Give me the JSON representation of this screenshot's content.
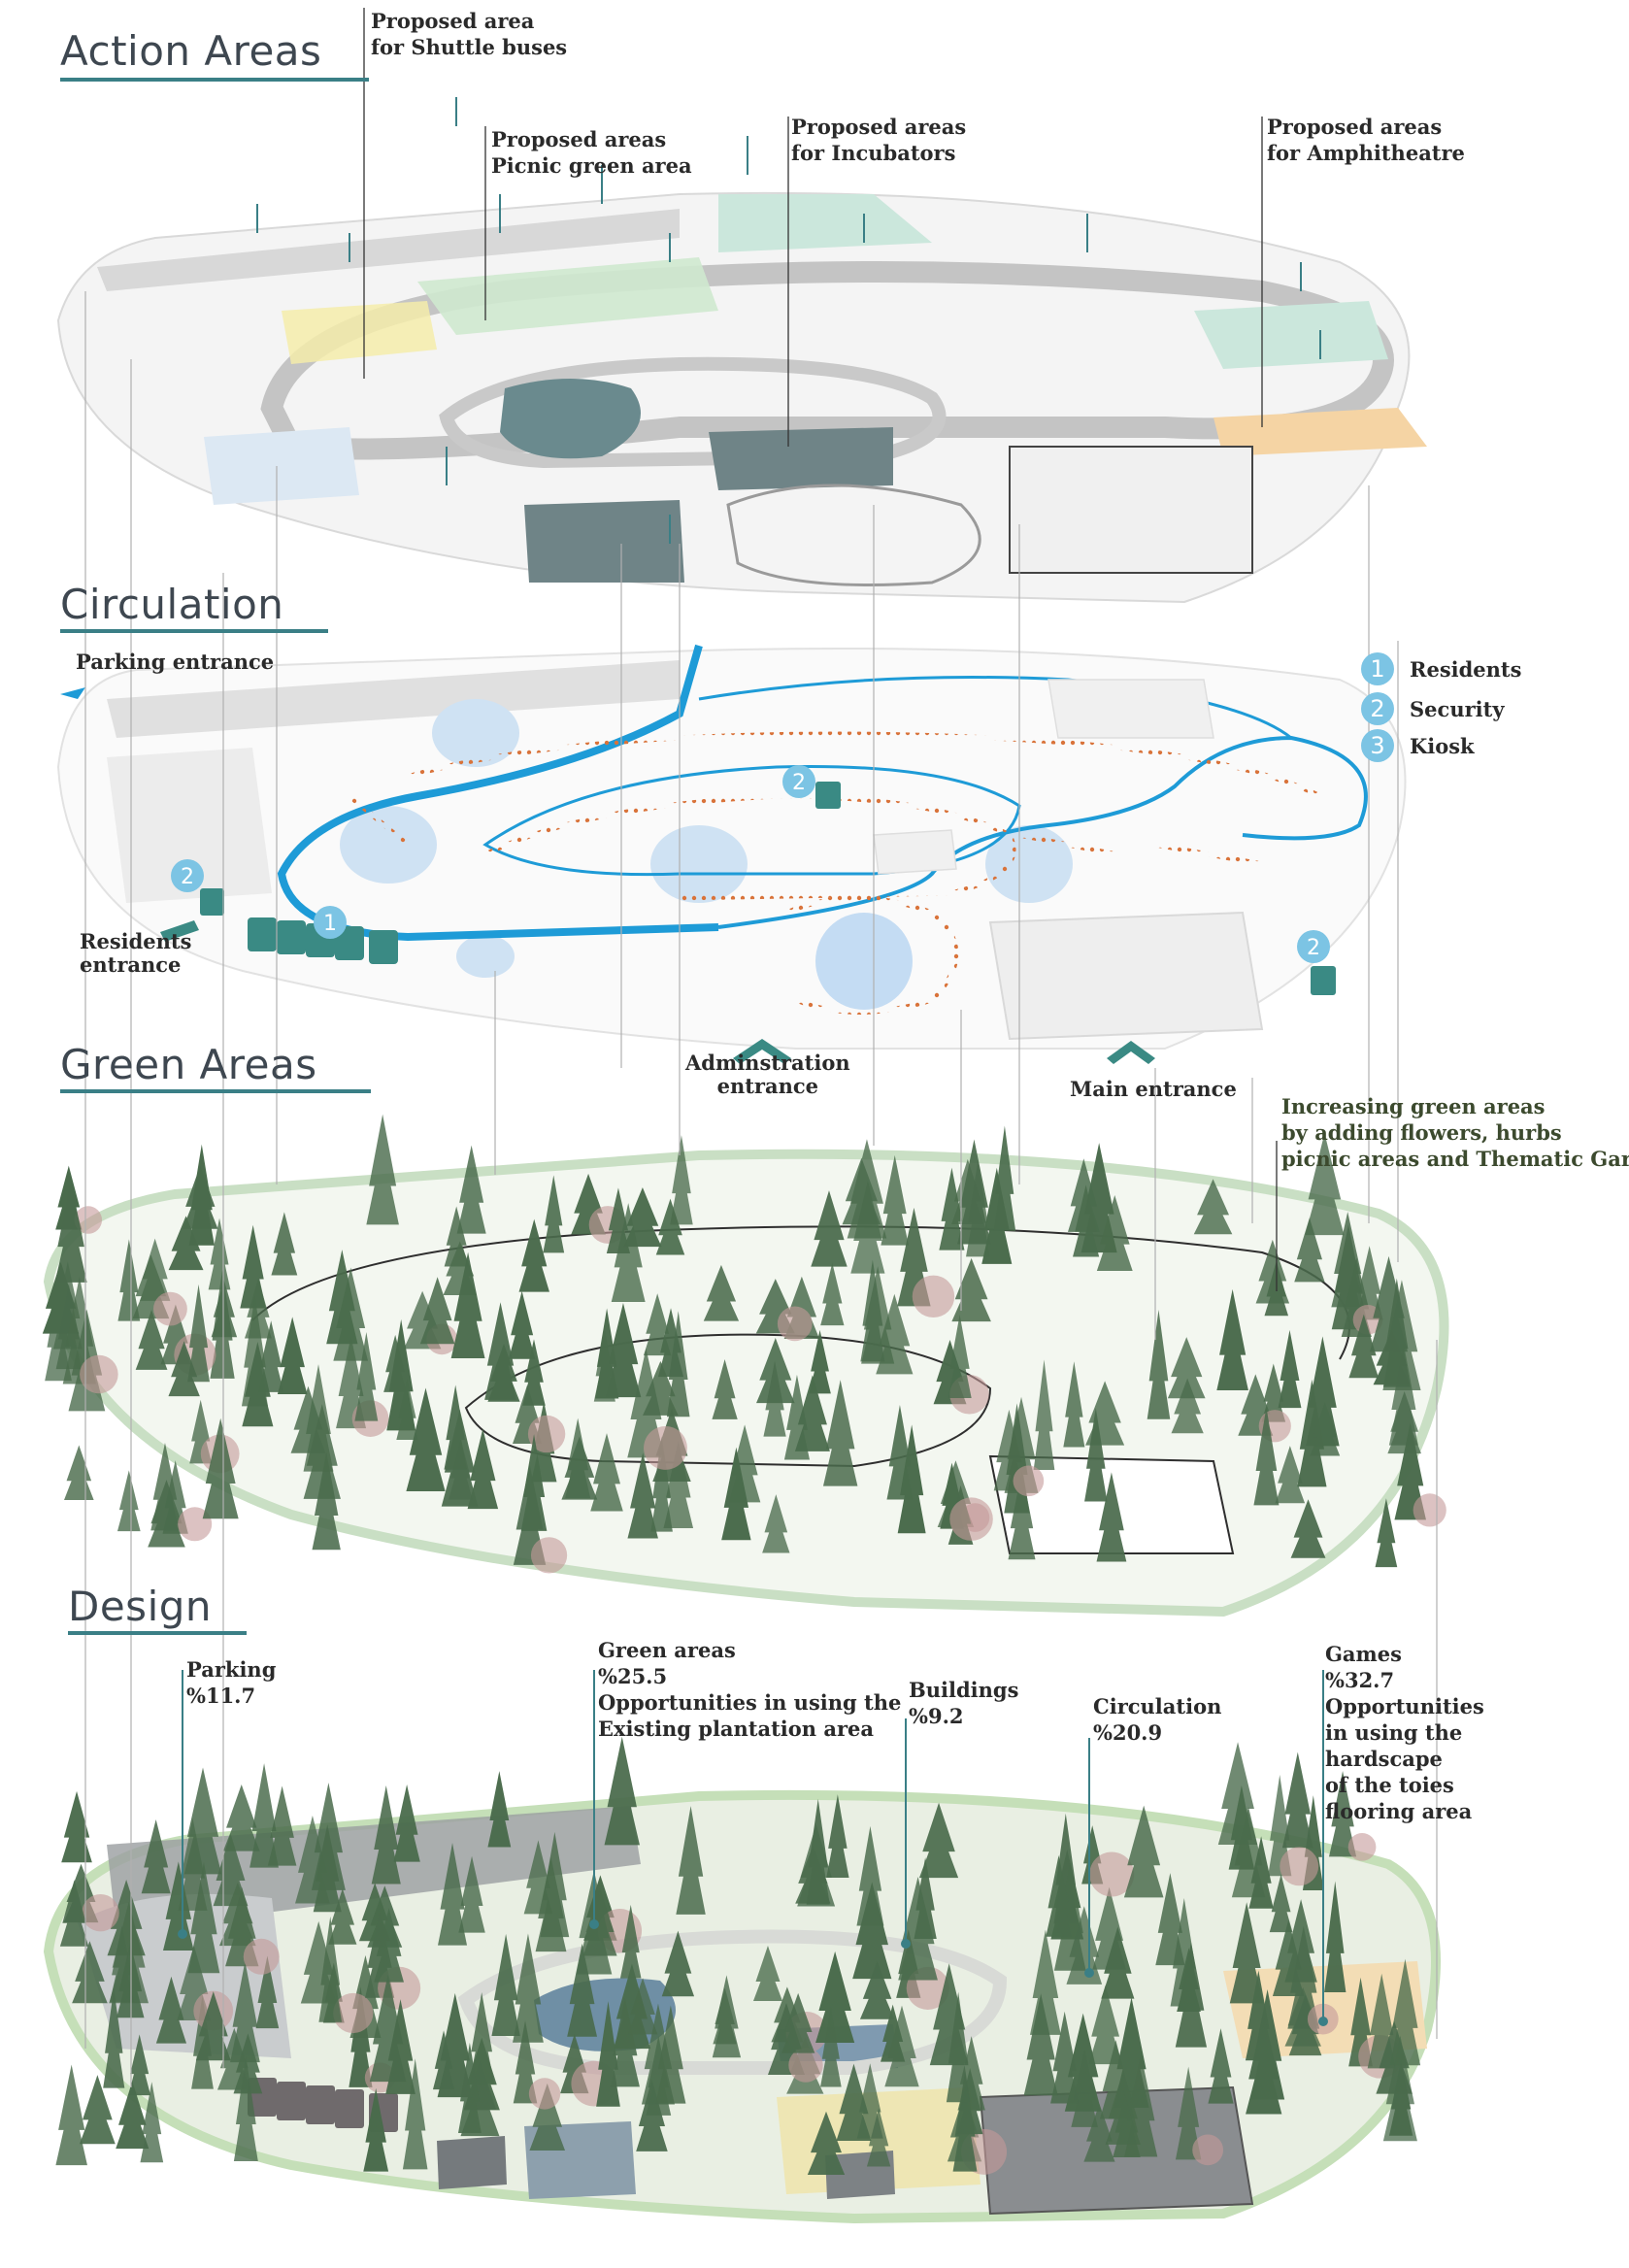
{
  "sections": {
    "action_areas": {
      "title": "Action Areas"
    },
    "circulation": {
      "title": "Circulation"
    },
    "green_areas": {
      "title": "Green Areas"
    },
    "design": {
      "title": "Design"
    }
  },
  "action_annotations": {
    "shuttle": [
      "Proposed area",
      "for Shuttle buses"
    ],
    "picnic": [
      "Proposed areas",
      "Picnic green area"
    ],
    "incubators": [
      "Proposed areas",
      "for Incubators"
    ],
    "amphitheatre": [
      "Proposed areas",
      "for Amphitheatre"
    ]
  },
  "circulation_labels": {
    "parking_entrance": "Parking entrance",
    "residents_entrance": [
      "Residents",
      "entrance"
    ],
    "admin_entrance": [
      "Adminstration",
      "entrance"
    ],
    "main_entrance": "Main entrance"
  },
  "legend": [
    {
      "num": "1",
      "label": "Residents"
    },
    {
      "num": "2",
      "label": "Security"
    },
    {
      "num": "3",
      "label": "Kiosk"
    }
  ],
  "green_note": [
    "Increasing green areas",
    "by adding flowers, hurbs",
    "picnic areas and Thematic Garden"
  ],
  "design_stats": {
    "parking": [
      "Parking",
      "%11.7"
    ],
    "green": [
      "Green areas",
      "%25.5",
      "Opportunities in using the",
      "Existing plantation area"
    ],
    "buildings": [
      "Buildings",
      "%9.2"
    ],
    "circulation": [
      "Circulation",
      "%20.9"
    ],
    "games": [
      "Games",
      "%32.7",
      "Opportunities",
      "in using the",
      "hardscape",
      "of the toies",
      "flooring area"
    ]
  },
  "colors": {
    "accent_teal": "#3a7f86",
    "circulation_blue": "#1e9bd7",
    "path_orange": "#d9733a",
    "tree_green": "#4a6b4c",
    "marker_blue": "#7cc4e4",
    "building_teal": "#3a8a84"
  }
}
